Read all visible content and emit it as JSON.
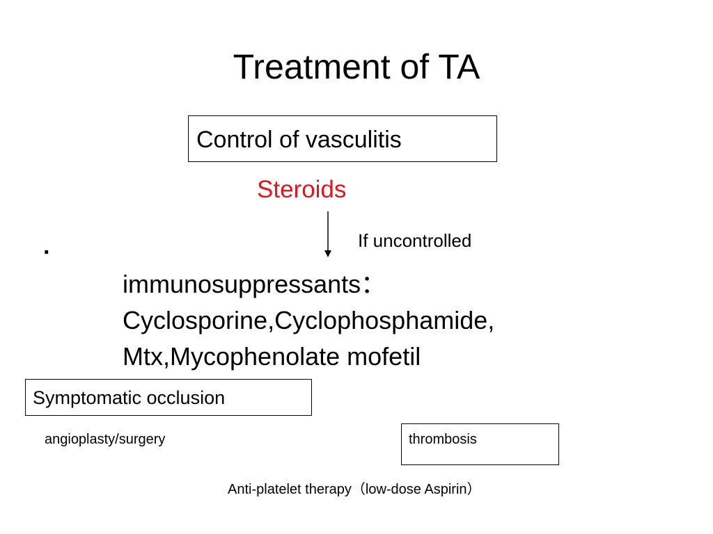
{
  "slide": {
    "title": "Treatment of TA",
    "control_box": {
      "label": "Control of vasculitis"
    },
    "steroids": {
      "label": "Steroids",
      "color": "#e8141b"
    },
    "arrow_icon": "down-arrow-icon",
    "if_uncontrolled": "If uncontrolled",
    "bullet": "·",
    "immunosuppressants": {
      "line1": "immunosuppressants：",
      "line2": "Cyclosporine,Cyclophosphamide,",
      "line3": "Mtx,Mycophenolate mofetil"
    },
    "symptomatic_box": {
      "label": "Symptomatic occlusion"
    },
    "angioplasty": "angioplasty/surgery",
    "thrombosis_box": {
      "label": "thrombosis"
    },
    "antiplatelet": "Anti-platelet therapy（low-dose Aspirin）"
  }
}
